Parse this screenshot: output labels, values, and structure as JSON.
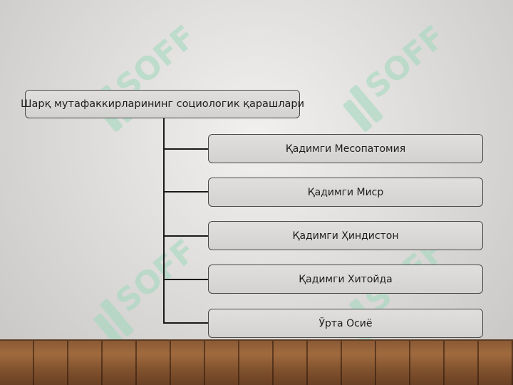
{
  "diagram": {
    "root": {
      "label": "Шарқ мутафаккирларининг социологик қарашлари"
    },
    "children": [
      {
        "label": "Қадимги Месопатомия"
      },
      {
        "label": "Қадимги Миср"
      },
      {
        "label": "Қадимги Ҳиндистон"
      },
      {
        "label": "Қадимги Хитойда"
      },
      {
        "label": "Ўрта Осиё"
      }
    ]
  },
  "watermark": {
    "text": "SOFF",
    "color": "#9fd8bd"
  },
  "colors": {
    "box_border": "#4a4a4a",
    "connector": "#1a1a1a",
    "floor": "#8a5a34"
  }
}
